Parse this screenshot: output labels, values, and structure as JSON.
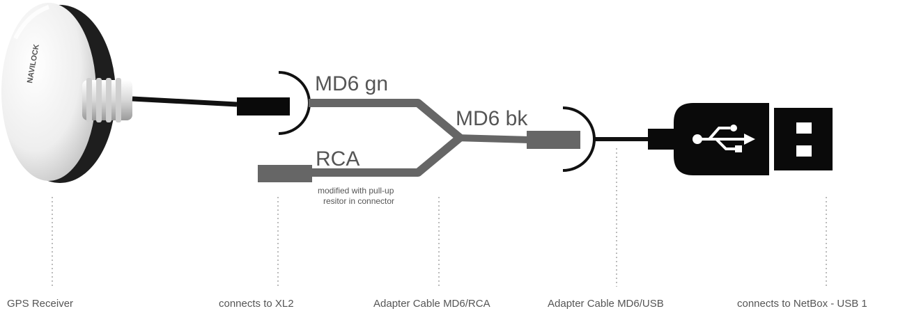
{
  "receiver": {
    "brand": "NAVILOCK"
  },
  "cable_labels": {
    "md6_gn": "MD6 gn",
    "md6_bk": "MD6 bk",
    "rca": "RCA",
    "rca_note_line1": "modified with pull-up",
    "rca_note_line2": "resitor in connector"
  },
  "bottom_labels": {
    "gps_receiver": "GPS Receiver",
    "connects_xl2": "connects to XL2",
    "adapter_md6_rca": "Adapter Cable MD6/RCA",
    "adapter_md6_usb": "Adapter Cable MD6/USB",
    "connects_netbox": "connects to NetBox - USB 1"
  },
  "colors": {
    "cable_gray": "#666666",
    "cable_black": "#111111",
    "connector_black": "#0a0a0a",
    "label_text": "#555555",
    "dotted_guide": "#bbbbbb"
  }
}
